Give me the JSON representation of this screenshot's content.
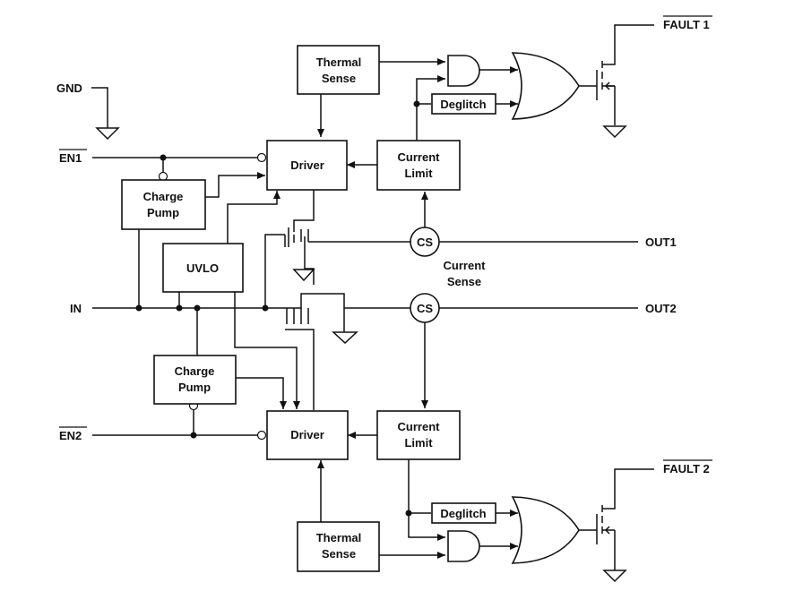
{
  "blocks": {
    "thermal_top": [
      "Thermal",
      "Sense"
    ],
    "driver_top": [
      "Driver"
    ],
    "current_limit_top": [
      "Current",
      "Limit"
    ],
    "charge_pump_top": [
      "Charge",
      "Pump"
    ],
    "uvlo": [
      "UVLO"
    ],
    "deglitch_top": [
      "Deglitch"
    ],
    "cs_top": [
      "CS"
    ],
    "cs_bottom": [
      "CS"
    ],
    "current_sense": [
      "Current",
      "Sense"
    ],
    "charge_pump_bottom": [
      "Charge",
      "Pump"
    ],
    "driver_bottom": [
      "Driver"
    ],
    "current_limit_bottom": [
      "Current",
      "Limit"
    ],
    "deglitch_bottom": [
      "Deglitch"
    ],
    "thermal_bottom": [
      "Thermal",
      "Sense"
    ]
  },
  "pins": {
    "gnd": "GND",
    "en1": "EN1",
    "in": "IN",
    "en2": "EN2",
    "out1": "OUT1",
    "out2": "OUT2",
    "fault1": "FAULT 1",
    "fault2": "FAULT 2"
  }
}
